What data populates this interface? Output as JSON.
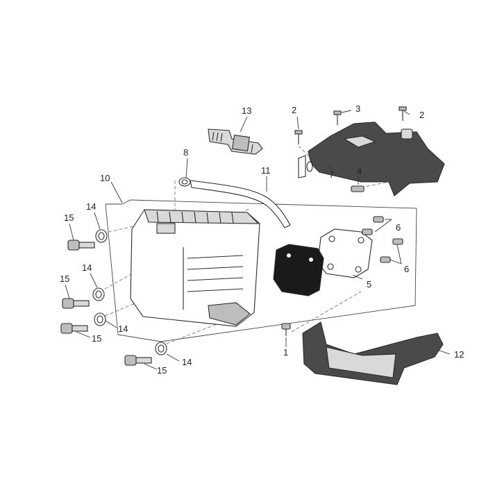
{
  "callouts": {
    "c1": "1",
    "c2a": "2",
    "c2b": "2",
    "c3": "3",
    "c4": "4",
    "c5": "5",
    "c6a": "6",
    "c6b": "6",
    "c7": "7",
    "c8": "8",
    "c10": "10",
    "c11": "11",
    "c12": "12",
    "c13": "13",
    "c14a": "14",
    "c14b": "14",
    "c14c": "14",
    "c14d": "14",
    "c15a": "15",
    "c15b": "15",
    "c15c": "15",
    "c15d": "15"
  }
}
